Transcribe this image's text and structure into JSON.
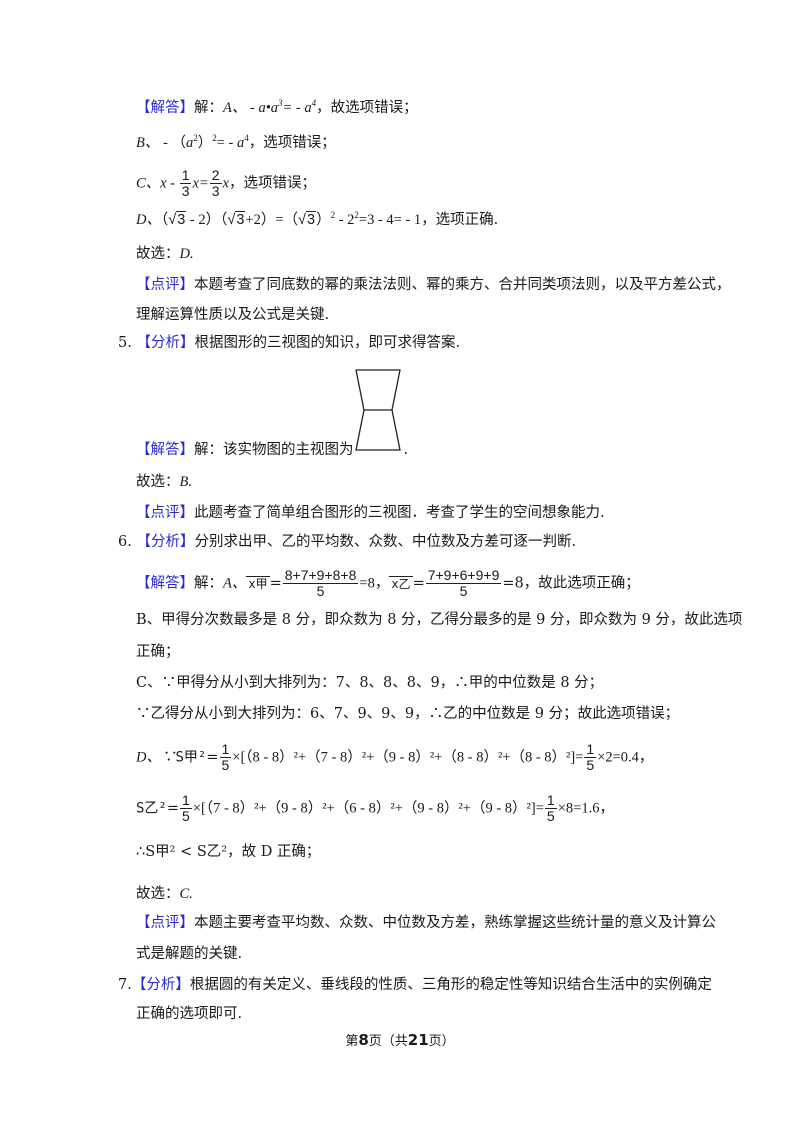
{
  "labels": {
    "answer": "【解答】",
    "analysis": "【分析】",
    "comment": "【点评】"
  },
  "q4": {
    "answer_intro": "解：",
    "optA_prefix": "A、",
    "optA_math": " - a•a³= - a⁴",
    "optA_result": "，故选项错误；",
    "optB_prefix": "B、",
    "optB_math": " - （a²）²= - a⁴",
    "optB_result": "，选项错误；",
    "optC_prefix": "C、",
    "optC_math_left": "x - ",
    "optC_frac1_num": "1",
    "optC_frac1_den": "3",
    "optC_mid": "x=",
    "optC_frac2_num": "2",
    "optC_frac2_den": "3",
    "optC_tail": "x",
    "optC_result": "，选项错误；",
    "optD_prefix": "D、",
    "optD_math": "（√3 - 2）（√3+2）=（√3）² - 2²=3 - 4= - 1",
    "optD_result": "，选项正确.",
    "choice": "故选：",
    "choice_value": "D.",
    "comment_line1": "本题考查了同底数的幂的乘法法则、幂的乘方、合并同类项法则，以及平方差公式，",
    "comment_line2": "理解运算性质以及公式是关键."
  },
  "q5": {
    "number": "5.",
    "analysis_text": "根据图形的三视图的知识，即可求得答案.",
    "answer_text": "解：该实物图的主视图为",
    "answer_end": ".",
    "figure_icon": "hourglass-front-view",
    "choice": "故选：",
    "choice_value": "B.",
    "comment_text": "此题考查了简单组合图形的三视图．考查了学生的空间想象能力."
  },
  "q6": {
    "number": "6.",
    "analysis_text": "分别求出甲、乙的平均数、众数、中位数及方差可逐一判断.",
    "answer_intro": "解：",
    "optA_prefix": "A、",
    "mean_jia_label": "x甲",
    "mean_jia_num": "8+7+9+8+8",
    "mean_jia_den": "5",
    "mean_jia_result": "=8，",
    "mean_yi_label": "x乙",
    "mean_yi_num": "7+9+6+9+9",
    "mean_yi_den": "5",
    "mean_yi_result": "=8，故此选项正确；",
    "optB_line1": "B、甲得分次数最多是 8 分，即众数为 8 分，乙得分最多的是 9 分，即众数为 9 分，故此选项",
    "optB_line2": "正确；",
    "optC_line1": "C、∵甲得分从小到大排列为：7、8、8、8、9，∴甲的中位数是 8 分；",
    "optC_line2": "∵乙得分从小到大排列为：6、7、9、9、9，∴乙的中位数是 9 分；故此选项错误；",
    "optD_prefix": "D、∵",
    "var_jia_label": "S甲²",
    "var_jia_expr": "×[（8 - 8）²+（7 - 8）²+（9 - 8）²+（8 - 8）²+（8 - 8）²]=",
    "var_jia_tail": "×2=0.4，",
    "var_yi_label": "S乙²",
    "var_yi_expr": "×[（7 - 8）²+（9 - 8）²+（6 - 8）²+（9 - 8）²+（9 - 8）²]=",
    "var_yi_tail": "×8=1.6，",
    "frac_num": "1",
    "frac_den": "5",
    "conclusion": "∴S甲² < S乙²，故 D 正确；",
    "choice": "故选：",
    "choice_value": "C.",
    "comment_line1": "本题主要考查平均数、众数、中位数及方差，熟练掌握这些统计量的意义及计算公",
    "comment_line2": "式是解题的关键."
  },
  "q7": {
    "number": "7.",
    "analysis_line1": "根据圆的有关定义、垂线段的性质、三角形的稳定性等知识结合生活中的实例确定",
    "analysis_line2": "正确的选项即可."
  },
  "footer": {
    "prefix": "第",
    "page": "8",
    "mid": "页（共",
    "total": "21",
    "suffix": "页）"
  },
  "colors": {
    "label_blue": "#2a2ad0",
    "text": "#1a1a1a"
  }
}
